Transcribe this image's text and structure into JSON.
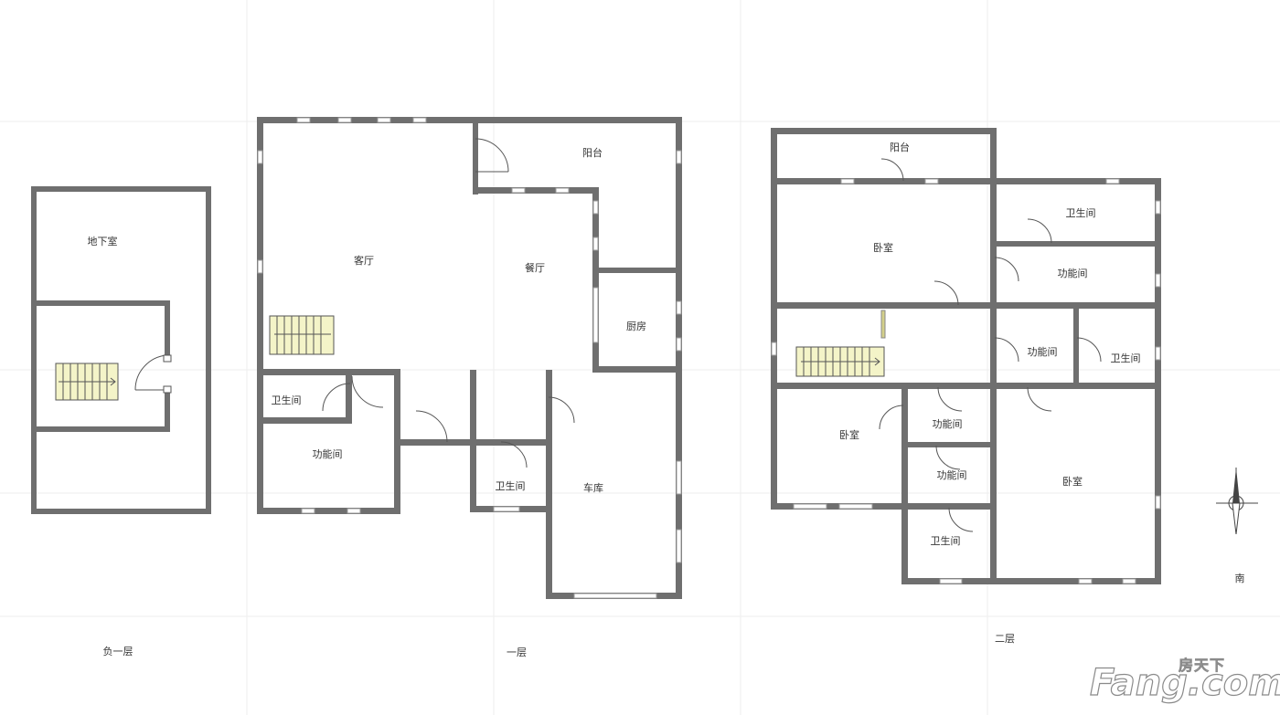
{
  "floors": {
    "basement": {
      "name": "负一层",
      "rooms": {
        "basement_room": "地下室"
      }
    },
    "first": {
      "name": "一层",
      "rooms": {
        "balcony": "阳台",
        "living_room": "客厅",
        "dining_room": "餐厅",
        "kitchen": "厨房",
        "bathroom_a": "卫生间",
        "utility_a": "功能间",
        "bathroom_b": "卫生间",
        "garage": "车库"
      }
    },
    "second": {
      "name": "二层",
      "rooms": {
        "balcony": "阳台",
        "bedroom_a": "卧室",
        "bathroom_a": "卫生间",
        "utility_a": "功能间",
        "utility_b": "功能间",
        "bathroom_b": "卫生间",
        "bedroom_b": "卧室",
        "utility_c": "功能间",
        "utility_d": "功能间",
        "bedroom_c": "卧室",
        "bathroom_c": "卫生间"
      }
    }
  },
  "compass": {
    "direction": "南"
  },
  "watermark": {
    "top": "房天下",
    "main": "Fang.com"
  }
}
